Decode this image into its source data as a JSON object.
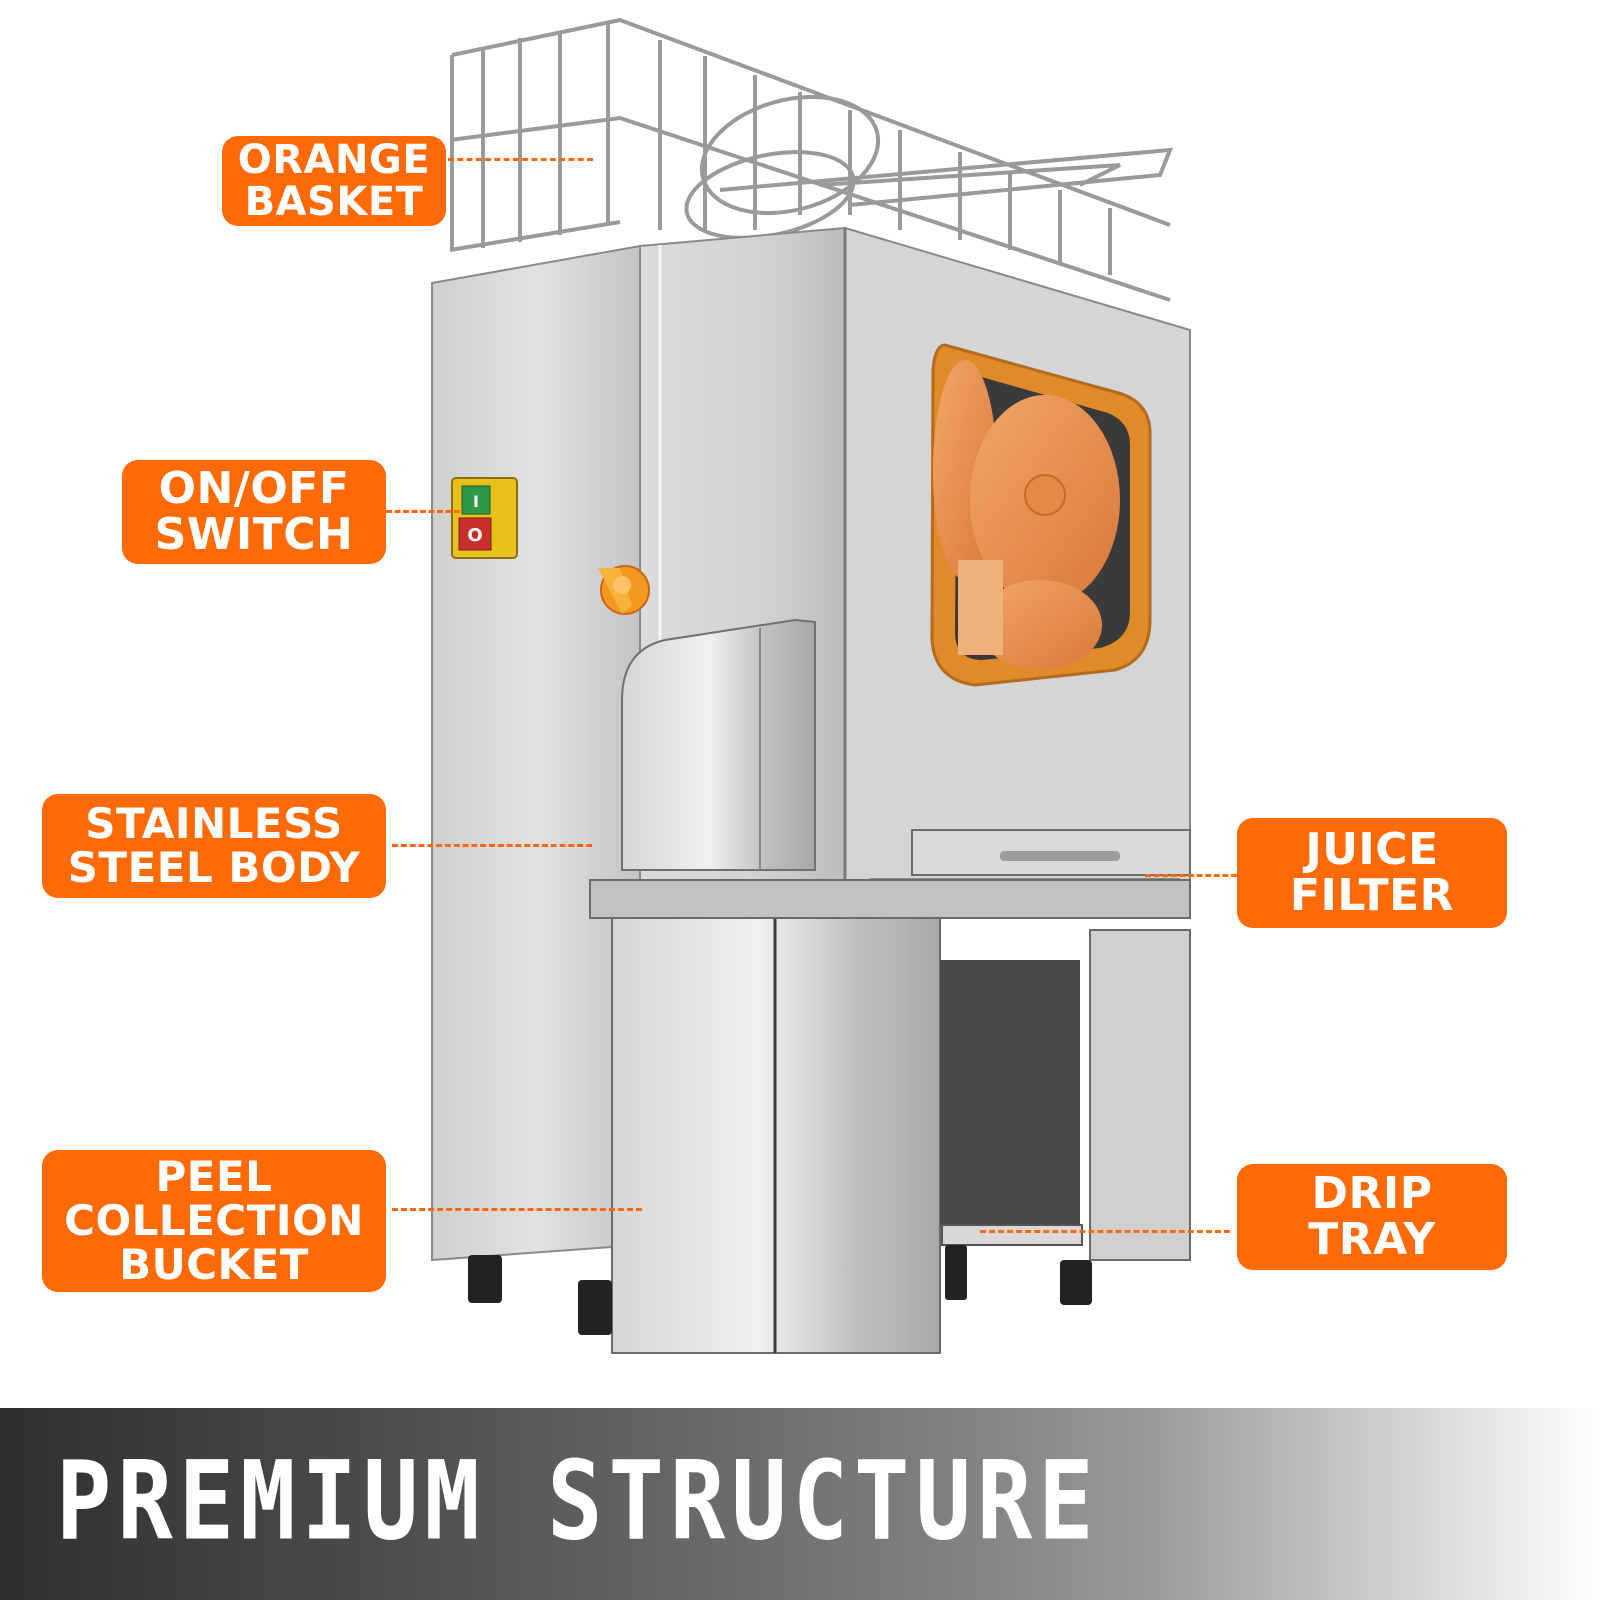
{
  "colors": {
    "callout_bg": "#ff6a08",
    "callout_text": "#ffffff",
    "leader_line": "#ff6a08",
    "steel_light": "#d9d9d9",
    "steel_mid": "#bdbdbd",
    "steel_dark": "#8c8c8c",
    "window_frame": "#e08a2a",
    "rollers": "#e8914a",
    "switch_on": "#2e9a48",
    "switch_off": "#c9302c",
    "switch_housing": "#e8c21a",
    "banner_dark": "#2f2f2f",
    "banner_light": "#ffffff"
  },
  "product": {
    "name": "orange juicer machine",
    "icons": [
      "wire-basket-icon",
      "on-off-switch-icon",
      "dispenser-tap-icon",
      "viewing-window-icon",
      "peel-chute-icon"
    ]
  },
  "callouts": [
    {
      "id": "orange-basket",
      "lines": [
        "ORANGE",
        "BASKET"
      ]
    },
    {
      "id": "on-off-switch",
      "lines": [
        "ON/OFF",
        "SWITCH"
      ]
    },
    {
      "id": "stainless-steel-body",
      "lines": [
        "STAINLESS",
        "STEEL BODY"
      ]
    },
    {
      "id": "peel-collection-bucket",
      "lines": [
        "PEEL",
        "COLLECTION",
        "BUCKET"
      ]
    },
    {
      "id": "juice-filter",
      "lines": [
        "JUICE",
        "FILTER"
      ]
    },
    {
      "id": "drip-tray",
      "lines": [
        "DRIP",
        "TRAY"
      ]
    }
  ],
  "switch": {
    "on_symbol": "I",
    "off_symbol": "O"
  },
  "banner": {
    "title": "PREMIUM STRUCTURE"
  }
}
